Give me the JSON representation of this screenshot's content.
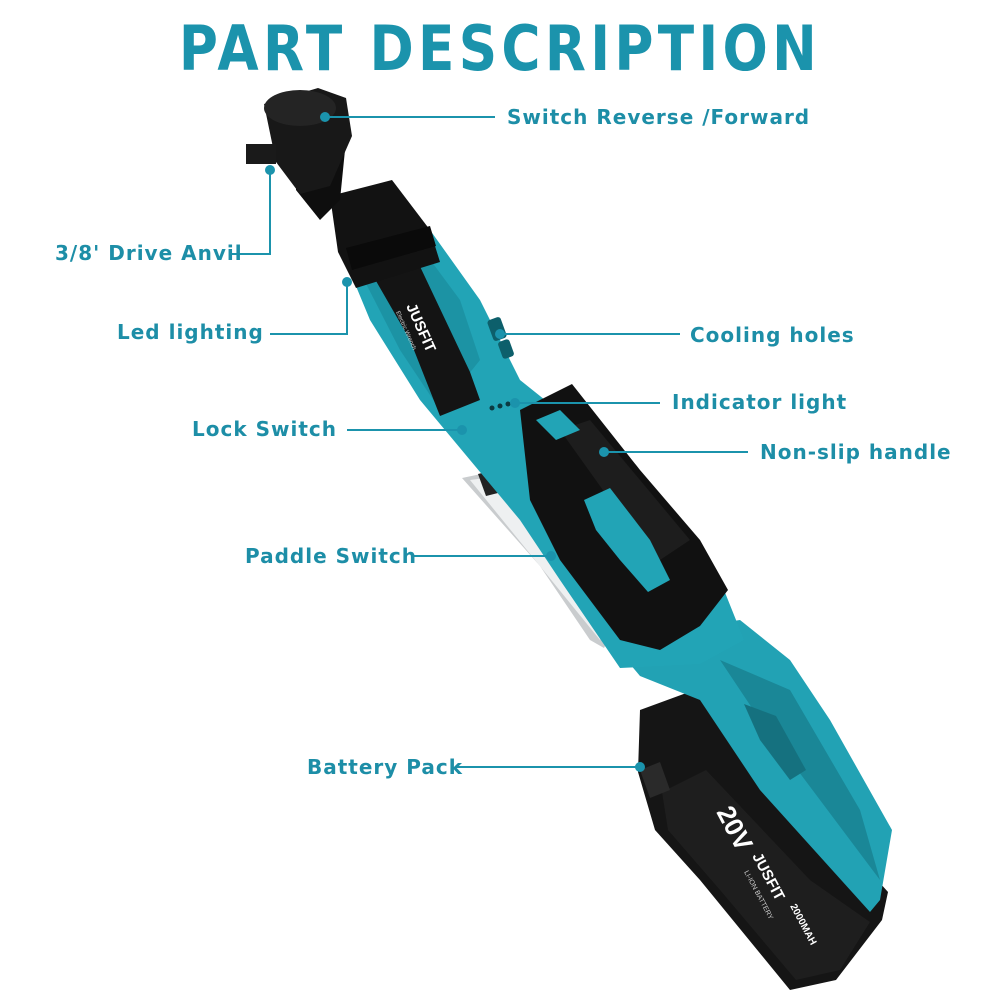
{
  "title": "PART DESCRIPTION",
  "colors": {
    "accent": "#1b93ac",
    "tool_body": "#21a4b6",
    "handle": "#111111"
  },
  "labels": {
    "switch_reverse": "Switch Reverse /Forward",
    "drive_anvil": "3/8' Drive Anvil",
    "led_lighting": "Led lighting",
    "cooling_holes": "Cooling holes",
    "indicator_light": "Indicator light",
    "lock_switch": "Lock Switch",
    "non_slip_handle": "Non-slip handle",
    "paddle_switch": "Paddle Switch",
    "battery_pack": "Battery Pack"
  },
  "tool": {
    "brand": "JUSFIT",
    "model_text": "Electric Wrench",
    "battery_voltage": "20V",
    "battery_brand": "JUSFIT",
    "battery_type": "LI-ION BATTERY",
    "battery_capacity": "2000MAH"
  }
}
